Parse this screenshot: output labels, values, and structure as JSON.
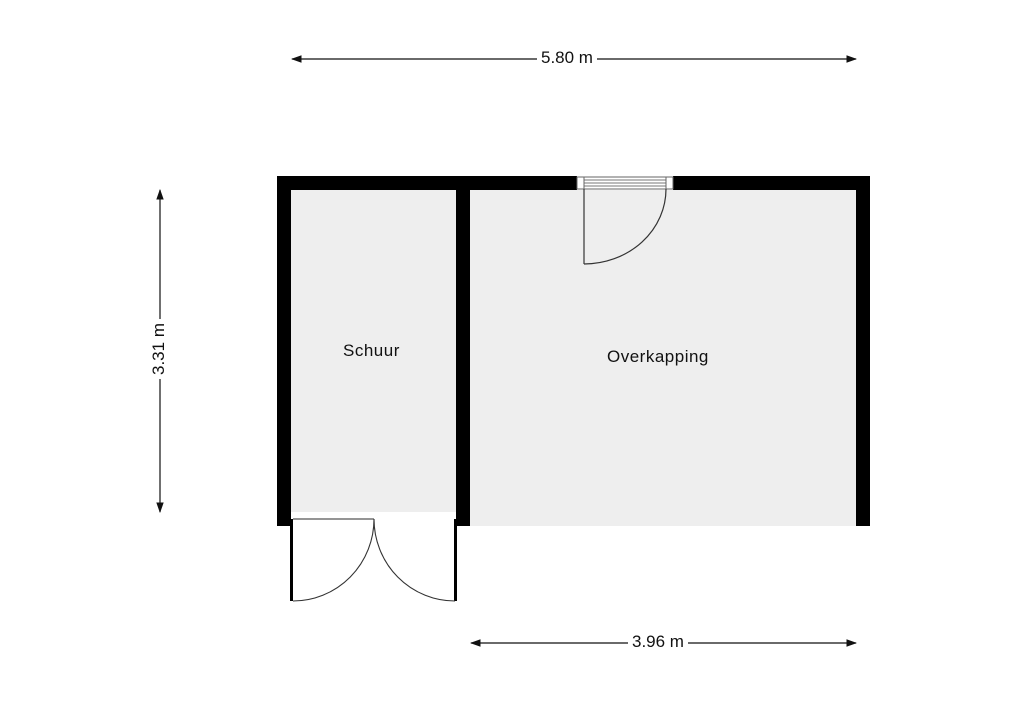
{
  "plan": {
    "colors": {
      "wall": "#000000",
      "floor": "#eeeeee",
      "background": "#ffffff",
      "line": "#111111"
    },
    "rooms": [
      {
        "name": "Schuur"
      },
      {
        "name": "Overkapping"
      }
    ],
    "dimensions": {
      "top_width": "5.80 m",
      "left_height": "3.31 m",
      "bottom_width": "3.96 m"
    }
  }
}
